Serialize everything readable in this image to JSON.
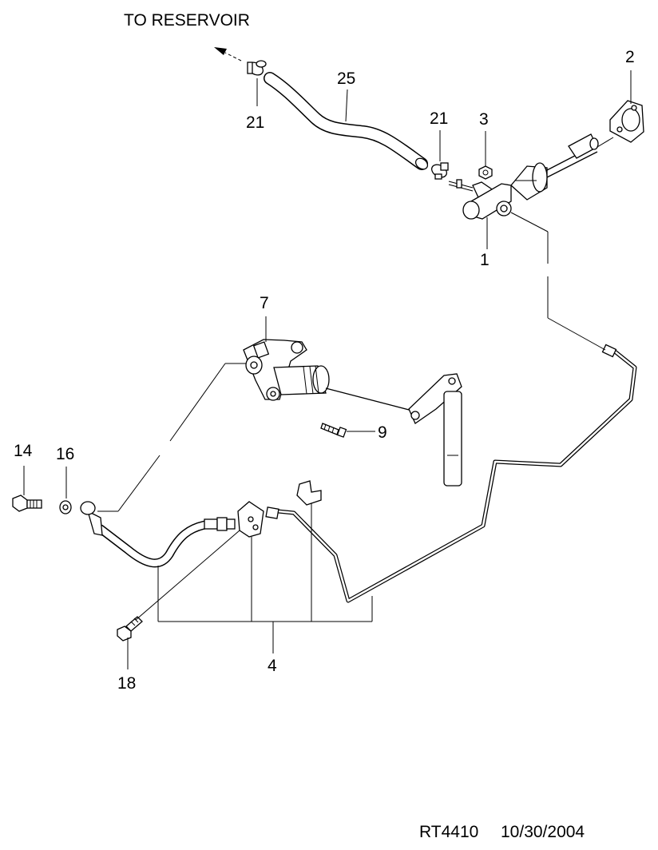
{
  "header": {
    "direction_label": "TO RESERVOIR"
  },
  "callouts": {
    "c1": "1",
    "c2": "2",
    "c3": "3",
    "c4": "4",
    "c7": "7",
    "c9": "9",
    "c14": "14",
    "c16": "16",
    "c18": "18",
    "c21a": "21",
    "c21b": "21",
    "c25": "25"
  },
  "footer": {
    "drawing_id": "RT4410",
    "date": "10/30/2004"
  }
}
